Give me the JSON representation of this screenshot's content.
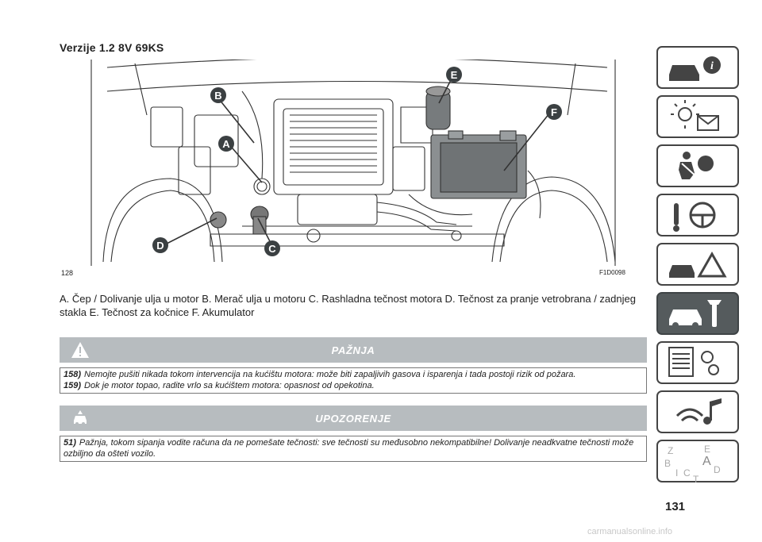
{
  "section_title": "Verzije 1.2 8V 69KS",
  "figure": {
    "number": "128",
    "code": "F1D0098",
    "callouts": [
      "A",
      "B",
      "C",
      "D",
      "E",
      "F"
    ]
  },
  "caption": "A. Čep / Dolivanje ulja u motor B. Merač ulja u motoru C. Rashladna tečnost motora D. Tečnost za pranje vetrobrana / zadnjeg stakla E. Tečnost za kočnice F. Akumulator",
  "warning": {
    "title": "PAŽNJA",
    "icon": "warning-triangle-icon",
    "notes": [
      {
        "num": "158)",
        "text": "Nemojte pušiti nikada tokom intervencija na kućištu motora: može biti zapaljivih gasova i isparenja i tada postoji rizik od požara."
      },
      {
        "num": "159)",
        "text": "Dok je motor topao, radite vrlo sa kućištem motora: opasnost od opekotina."
      }
    ]
  },
  "caution": {
    "title": "UPOZORENJE",
    "icon": "car-caution-icon",
    "notes": [
      {
        "num": "51)",
        "text": "Pažnja, tokom sipanja vodite računa da ne pomešate tečnosti: sve tečnosti su međusobno nekompatibilne! Dolivanje neadkvatne tečnosti može ozbiljno da ošteti vozilo."
      }
    ]
  },
  "side_tabs": [
    {
      "icon": "car-info-icon",
      "active": false
    },
    {
      "icon": "dashboard-lights-icon",
      "active": false
    },
    {
      "icon": "safety-airbag-icon",
      "active": false
    },
    {
      "icon": "steering-wheel-icon",
      "active": false
    },
    {
      "icon": "emergency-icon",
      "active": false
    },
    {
      "icon": "car-service-icon",
      "active": true
    },
    {
      "icon": "technical-data-icon",
      "active": false
    },
    {
      "icon": "multimedia-icon",
      "active": false
    },
    {
      "icon": "index-icon",
      "active": false
    }
  ],
  "index_tab_letters": [
    "Z",
    "E",
    "B",
    "A",
    "D",
    "I",
    "C",
    "T"
  ],
  "page_number": "131",
  "watermark": "carmanualsonline.info"
}
